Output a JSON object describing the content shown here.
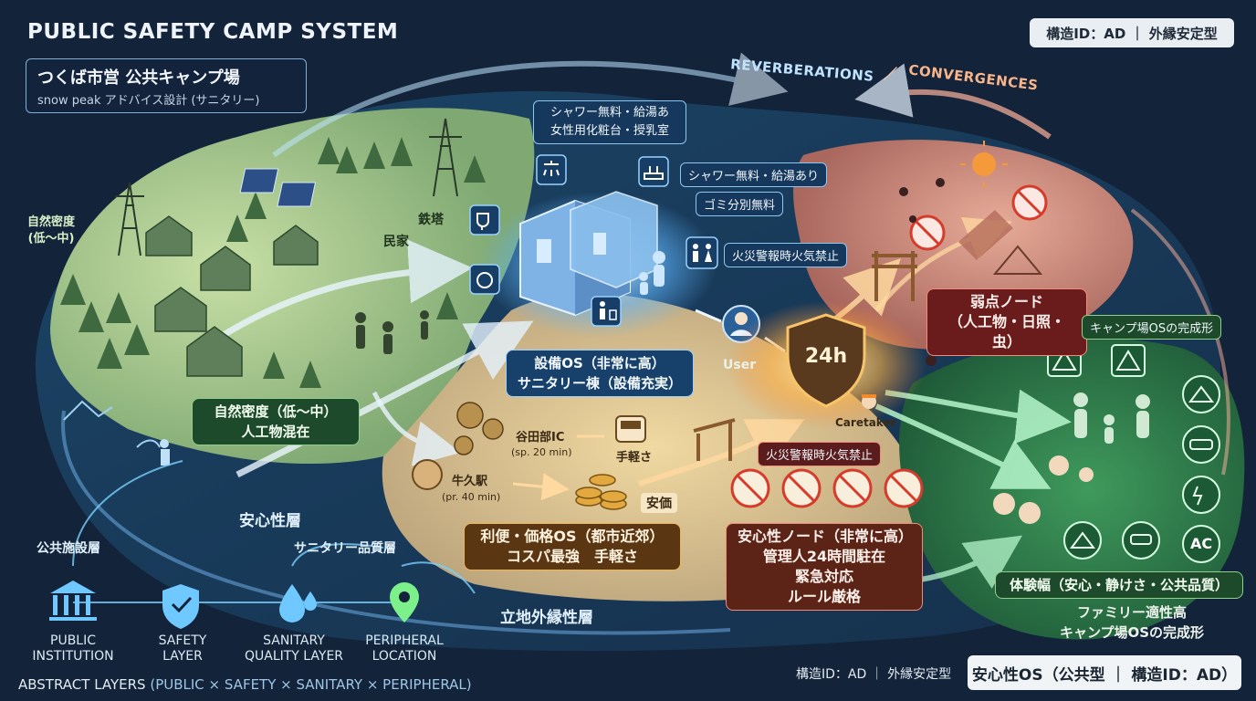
{
  "header": {
    "title": "PUBLIC SAFETY CAMP SYSTEM",
    "subtitle_line1": "つくば市営 公共キャンプ場",
    "subtitle_line2": "snow peak アドバイス設計 (サニタリー)",
    "structure_badge": "構造ID：AD ｜ 外縁安定型"
  },
  "flows": {
    "reverberations": "REVERBERATIONS",
    "separator": "／",
    "convergences": "CONVERGENCES"
  },
  "nature_zone": {
    "density_side_label": "自然密度\n(低〜中)",
    "tower_label": "鉄塔",
    "house_label": "民家",
    "box_line1": "自然密度（低〜中）",
    "box_line2": "人工物混在"
  },
  "facility_zone": {
    "callout_top": "シャワー無料・給湯あ\n女性用化粧台・授乳室",
    "callout_shower": "シャワー無料・給湯あり",
    "callout_trash": "ゴミ分別無料",
    "callout_fire": "火災警報時火気禁止",
    "box_line1": "設備OS（非常に高）",
    "box_line2": "サニタリー棟（設備充実）",
    "user_label": "User"
  },
  "access_zone": {
    "ic_label": "谷田部IC",
    "ic_time": "(sp. 20 min)",
    "bus_label": "手軽さ",
    "station_label": "牛久駅",
    "station_time": "(pr. 40 min)",
    "coin_label": "安価",
    "box_line1": "利便・価格OS（都市近郊）",
    "box_line2": "コスパ最強　手軽さ"
  },
  "safety_zone": {
    "node_24h": "24h",
    "caretaker_label": "Caretaker",
    "fire_banner": "火災警報時火気禁止",
    "box_line1": "安心性ノード（非常に高）",
    "box_line2": "管理人24時間駐在",
    "box_line3": "緊急対応",
    "box_line4": "ルール厳格"
  },
  "weak_zone": {
    "box_line1": "弱点ノード",
    "box_line2": "（人工物・日照・虫）"
  },
  "experience_zone": {
    "os_label": "キャンプ場OSの完成形",
    "ac_label": "AC",
    "box_line1": "体験幅（安心・静けさ・公共品質）",
    "line2": "ファミリー適性高",
    "line3": "キャンプ場OSの完成形"
  },
  "layers": {
    "safety_layer_jp": "安心性層",
    "public_facility_layer_jp": "公共施設層",
    "sanitary_quality_layer_jp": "サニタリー品質層",
    "peripheral_layer_jp": "立地外縁性層",
    "items": [
      {
        "label": "PUBLIC\nINSTITUTION",
        "icon": "institution-icon"
      },
      {
        "label": "SAFETY\nLAYER",
        "icon": "shield-check-icon"
      },
      {
        "label": "SANITARY\nQUALITY LAYER",
        "icon": "droplet-icon"
      },
      {
        "label": "PERIPHERAL\nLOCATION",
        "icon": "location-pin-icon"
      }
    ],
    "abstract_prefix": "ABSTRACT LAYERS",
    "abstract_detail": "(PUBLIC × SAFETY × SANITARY × PERIPHERAL)"
  },
  "footer": {
    "structure_note": "構造ID：AD ｜ 外縁安定型",
    "os_badge": "安心性OS（公共型 ｜ 構造ID：AD）"
  },
  "colors": {
    "background": "#13233a",
    "nature_green": "#a9cf8e",
    "facility_blue": "#5fb6ff",
    "access_amber": "#e9b46a",
    "weak_red": "#c9786a",
    "experience_green": "#2f7a4a"
  }
}
